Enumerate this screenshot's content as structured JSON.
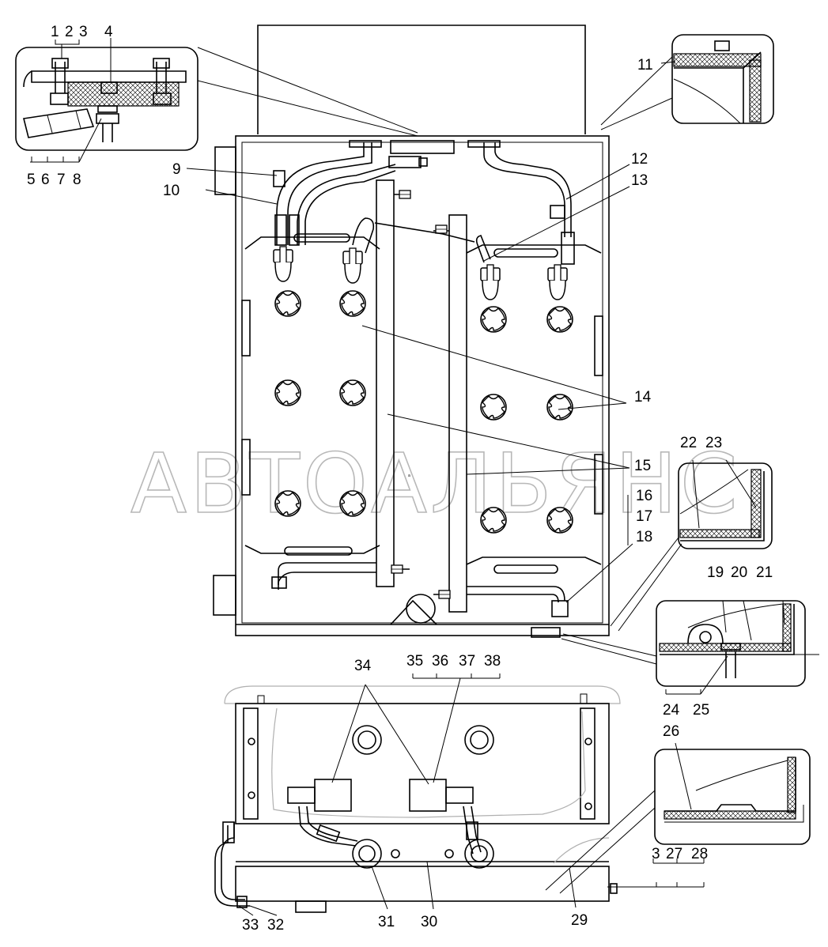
{
  "watermark": "АВТОАЛЬЯНС",
  "callouts": {
    "c1": "1",
    "c2": "2",
    "c3": "3",
    "c4": "4",
    "c5": "5",
    "c6": "6",
    "c7": "7",
    "c8": "8",
    "c9": "9",
    "c10": "10",
    "c11": "11",
    "c12": "12",
    "c13": "13",
    "c14": "14",
    "c15": "15",
    "c16": "16",
    "c17": "17",
    "c18": "18",
    "c19": "19",
    "c20": "20",
    "c21": "21",
    "c22": "22",
    "c23": "23",
    "c24": "24",
    "c25": "25",
    "c26": "26",
    "c3b": "3",
    "c27": "27",
    "c28": "28",
    "c29": "29",
    "c30": "30",
    "c31": "31",
    "c32": "32",
    "c33": "33",
    "c34": "34",
    "c35": "35",
    "c36": "36",
    "c37": "37",
    "c38": "38"
  }
}
